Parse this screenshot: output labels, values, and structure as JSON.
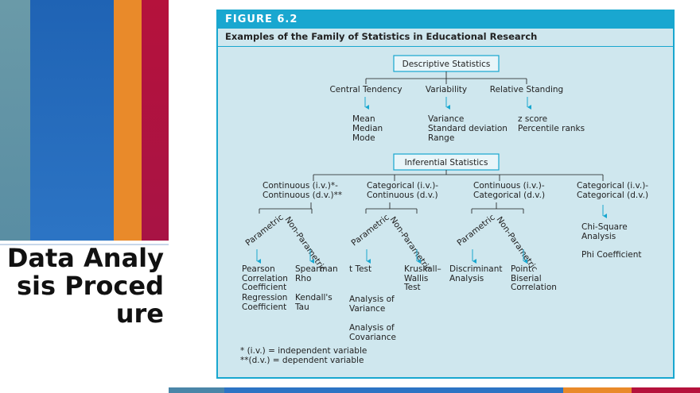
{
  "slide": {
    "title": "Data Analysis Procedure",
    "stripe_colors": [
      "#5a8ea3",
      "#2c74c4",
      "#e98a2a",
      "#b5123c"
    ]
  },
  "figure": {
    "number": "FIGURE 6.2",
    "caption": "Examples of the Family of Statistics in Educational Research",
    "descriptive": {
      "title": "Descriptive Statistics",
      "branches": [
        {
          "label": "Central Tendency",
          "items": [
            "Mean",
            "Median",
            "Mode"
          ]
        },
        {
          "label": "Variability",
          "items": [
            "Variance",
            "Standard deviation",
            "Range"
          ]
        },
        {
          "label": "Relative Standing",
          "items": [
            "z score",
            "Percentile ranks"
          ]
        }
      ]
    },
    "inferential": {
      "title": "Inferential Statistics",
      "branches": [
        {
          "label_lines": [
            "Continuous (i.v.)*-",
            "Continuous (d.v.)**"
          ]
        },
        {
          "label_lines": [
            "Categorical (i.v.)-",
            "Continuous (d.v.)"
          ]
        },
        {
          "label_lines": [
            "Continuous (i.v.)-",
            "Categorical (d.v.)"
          ]
        },
        {
          "label_lines": [
            "Categorical (i.v.)-",
            "Categorical (d.v.)"
          ]
        }
      ],
      "parametric_label": "Parametric",
      "nonparametric_label": "Non-Parametric",
      "tests": {
        "b1_param": [
          "Pearson",
          "Correlation",
          "Coefficient",
          "Regression",
          "Coefficient"
        ],
        "b1_nonparam": [
          "Spearman",
          "Rho",
          "Kendall's",
          "Tau"
        ],
        "b2_param": [
          "t Test",
          "Analysis of",
          "Variance",
          "Analysis of",
          "Covariance"
        ],
        "b2_nonparam": [
          "Kruskall–",
          "Wallis",
          "Test"
        ],
        "b3_param": [
          "Discriminant",
          "Analysis"
        ],
        "b3_nonparam": [
          "Point",
          "Biserial",
          "Correlation"
        ],
        "b4": [
          "Chi-Square",
          "Analysis",
          "Phi Coefficient"
        ]
      }
    },
    "footnotes": [
      "*   (i.v.) = independent variable",
      "**(d.v.) = dependent variable"
    ],
    "colors": {
      "accent": "#18a7cf",
      "background": "#cfe7ee"
    }
  }
}
